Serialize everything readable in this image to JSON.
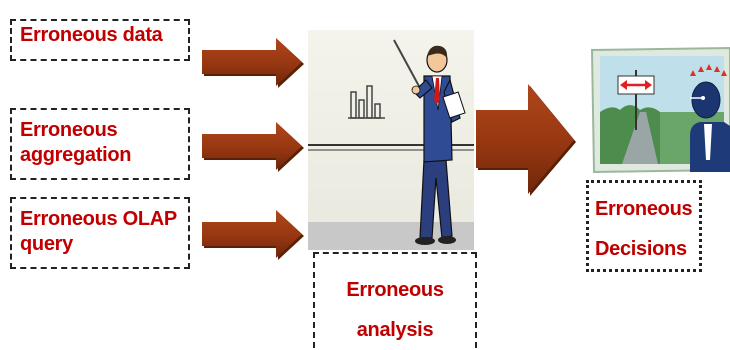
{
  "inputs": [
    {
      "lines": [
        "Erroneous data"
      ]
    },
    {
      "lines": [
        "Erroneous",
        "aggregation"
      ]
    },
    {
      "lines": [
        "Erroneous OLAP",
        "query"
      ]
    }
  ],
  "center": {
    "lines": [
      "Erroneous",
      "analysis"
    ]
  },
  "output": {
    "lines": [
      "Erroneous",
      "Decisions"
    ]
  },
  "colors": {
    "label_text": "#c00000",
    "arrow": "#9a3b12",
    "arrow_shadow": "#5a2108"
  }
}
